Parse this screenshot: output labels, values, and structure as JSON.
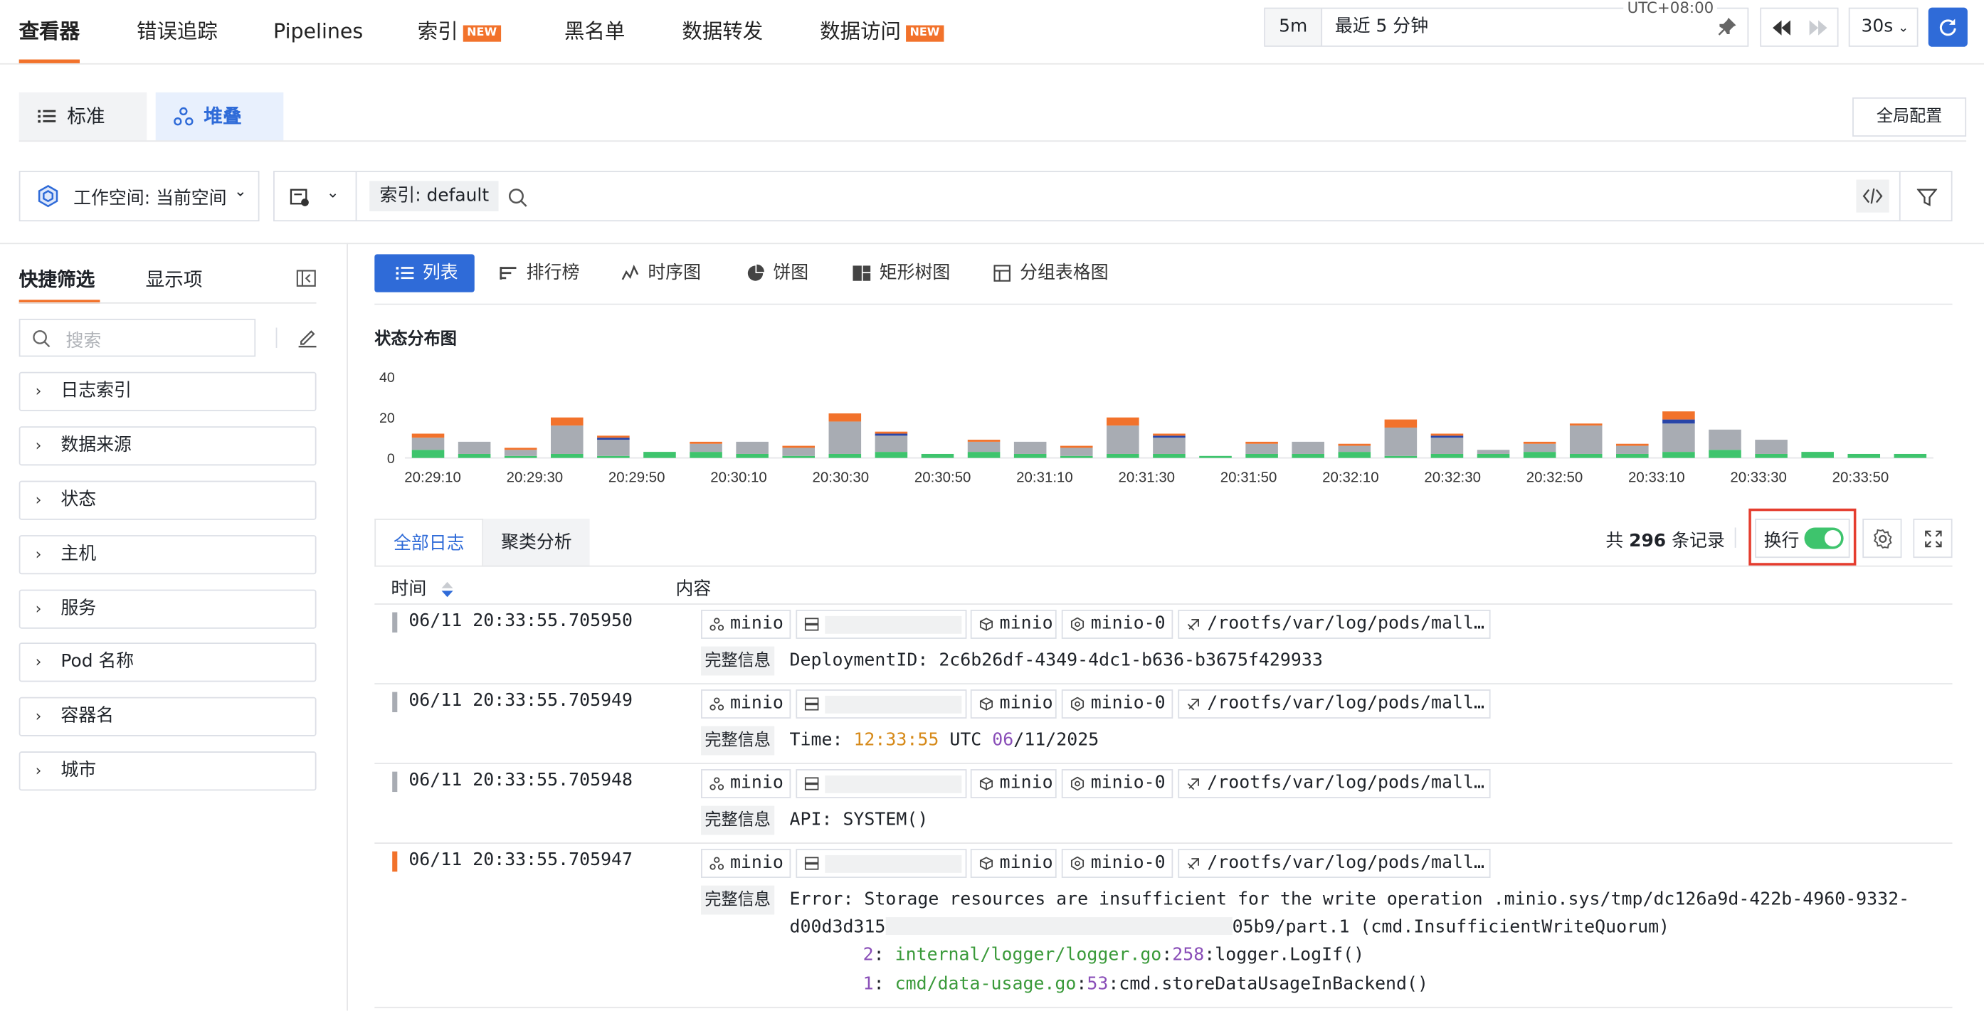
{
  "nav": {
    "items": [
      {
        "label": "查看器",
        "active": true
      },
      {
        "label": "错误追踪"
      },
      {
        "label": "Pipelines"
      },
      {
        "label": "索引",
        "badge": "NEW"
      },
      {
        "label": "黑名单"
      },
      {
        "label": "数据转发"
      },
      {
        "label": "数据访问",
        "badge": "NEW"
      }
    ]
  },
  "timepicker": {
    "preset": "5m",
    "text": "最近 5 分钟",
    "timezone": "UTC+08:00",
    "refresh_interval": "30s"
  },
  "modes": {
    "standard": "标准",
    "stacked": "堆叠"
  },
  "global_config": "全局配置",
  "workspace": {
    "label": "工作空间: 当前空间"
  },
  "query": {
    "index_tag": "索引: default"
  },
  "sidebar": {
    "tabs": [
      "快捷筛选",
      "显示项"
    ],
    "search_placeholder": "搜索",
    "facets": [
      "日志索引",
      "数据来源",
      "状态",
      "主机",
      "服务",
      "Pod 名称",
      "容器名",
      "城市"
    ]
  },
  "view_tabs": [
    "列表",
    "排行榜",
    "时序图",
    "饼图",
    "矩形树图",
    "分组表格图"
  ],
  "chart_title": "状态分布图",
  "chart_data": {
    "type": "bar",
    "stacked": true,
    "title": "状态分布图",
    "ylim": [
      0,
      40
    ],
    "yticks": [
      0,
      20,
      40
    ],
    "x_tick_labels": [
      "20:29:10",
      "20:29:30",
      "20:29:50",
      "20:30:10",
      "20:30:30",
      "20:30:50",
      "20:31:10",
      "20:31:30",
      "20:31:50",
      "20:32:10",
      "20:32:30",
      "20:32:50",
      "20:33:10",
      "20:33:30",
      "20:33:50"
    ],
    "colors": {
      "ok": "#3ec46d",
      "info": "#a8acb3",
      "error": "#f2722b",
      "debug": "#2845a8"
    },
    "series": [
      {
        "key": "ok",
        "values": [
          4,
          2,
          1,
          2,
          1,
          3,
          3,
          2,
          1,
          2,
          3,
          2,
          3,
          2,
          1,
          2,
          2,
          1,
          2,
          2,
          3,
          1,
          2,
          2,
          3,
          2,
          2,
          3,
          4,
          2,
          3,
          2,
          2
        ]
      },
      {
        "key": "info",
        "values": [
          6,
          6,
          3,
          14,
          8,
          0,
          4,
          6,
          4,
          16,
          8,
          0,
          5,
          6,
          4,
          14,
          8,
          0,
          5,
          6,
          3,
          14,
          8,
          2,
          4,
          14,
          4,
          14,
          10,
          7,
          0,
          0,
          0
        ]
      },
      {
        "key": "debug",
        "values": [
          0,
          0,
          0,
          0,
          1,
          0,
          0,
          0,
          0,
          0,
          1,
          0,
          0,
          0,
          0,
          0,
          1,
          0,
          0,
          0,
          0,
          0,
          1,
          0,
          0,
          0,
          0,
          2,
          0,
          0,
          0,
          0,
          0
        ]
      },
      {
        "key": "error",
        "values": [
          2,
          0,
          1,
          4,
          1,
          0,
          1,
          0,
          1,
          4,
          1,
          0,
          1,
          0,
          1,
          4,
          1,
          0,
          1,
          0,
          1,
          4,
          1,
          0,
          1,
          1,
          1,
          4,
          0,
          0,
          0,
          0,
          0
        ]
      }
    ]
  },
  "log_tabs": [
    "全部日志",
    "聚类分析"
  ],
  "total": {
    "prefix": "共",
    "count": "296",
    "suffix": "条记录"
  },
  "wrap_label": "换行",
  "columns": {
    "time": "时间",
    "content": "内容"
  },
  "full_label": "完整信息",
  "rows": [
    {
      "time": "06/11 20:33:55.705950",
      "color": "#a8acb3",
      "tags": [
        "minio",
        "minio",
        "minio-0",
        "/rootfs/var/log/pods/mall…"
      ],
      "line": "DeploymentID: 2c6b26df-4349-4dc1-b636-b3675f429933"
    },
    {
      "time": "06/11 20:33:55.705949",
      "color": "#a8acb3",
      "tags": [
        "minio",
        "minio",
        "minio-0",
        "/rootfs/var/log/pods/mall…"
      ],
      "t_prefix": "Time: ",
      "t_time": "12:33:55",
      "t_mid": " UTC ",
      "t_date": "06",
      "t_rest": "/11/2025"
    },
    {
      "time": "06/11 20:33:55.705948",
      "color": "#a8acb3",
      "tags": [
        "minio",
        "minio",
        "minio-0",
        "/rootfs/var/log/pods/mall…"
      ],
      "line": "API: SYSTEM()"
    },
    {
      "time": "06/11 20:33:55.705947",
      "color": "#f2722b",
      "tags": [
        "minio",
        "minio",
        "minio-0",
        "/rootfs/var/log/pods/mall…"
      ],
      "err1": "Error: Storage resources are insufficient for the write operation .minio.sys/tmp/dc126a9d-422b-4960-9332-",
      "err2a": "d00d3d315",
      "err2b": "05b9/part.1 (cmd.InsufficientWriteQuorum)",
      "st1_n": "2",
      "st1_file": "internal/logger/logger.go",
      "st1_ln": "258",
      "st1_fn": "logger.LogIf()",
      "st2_n": "1",
      "st2_file": "cmd/data-usage.go",
      "st2_ln": "53",
      "st2_fn": "cmd.storeDataUsageInBackend()"
    }
  ]
}
